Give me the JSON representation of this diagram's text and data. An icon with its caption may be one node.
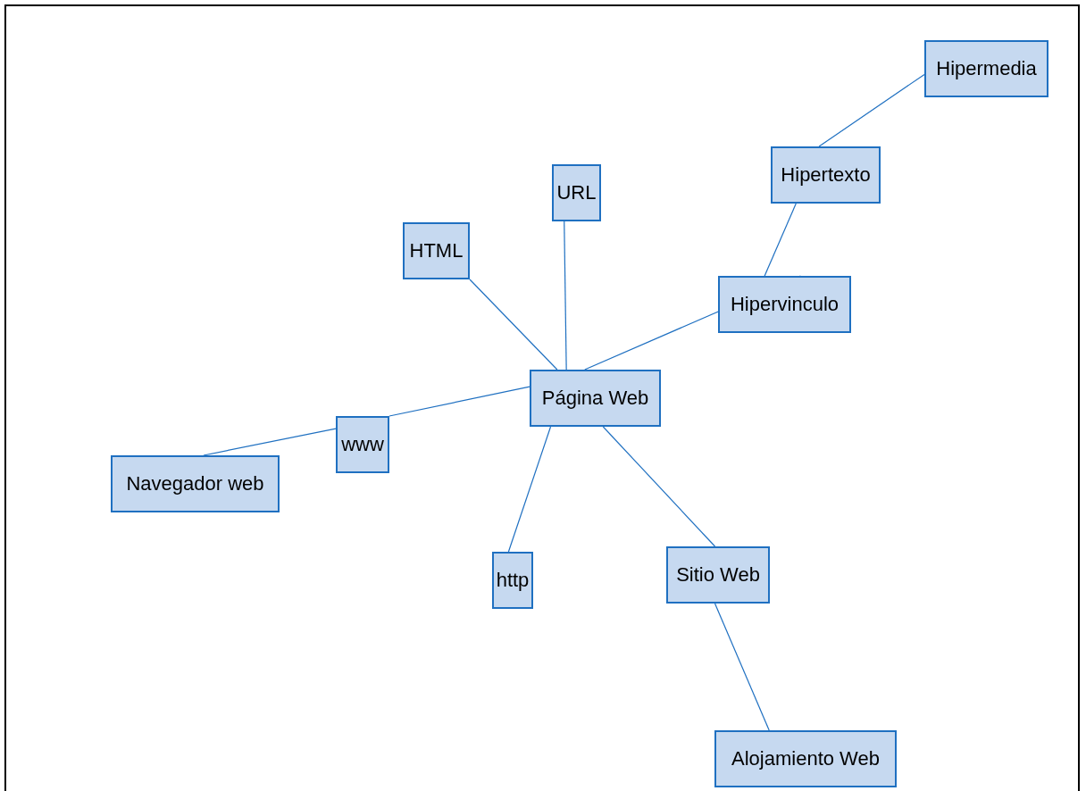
{
  "diagram": {
    "nodes": [
      {
        "text": [
          "Hipermedia"
        ]
      },
      {
        "text": [
          "Hipertexto"
        ]
      },
      {
        "text": [
          "URL"
        ]
      },
      {
        "text": [
          "HTML"
        ]
      },
      {
        "text": [
          "Hipervinculo"
        ]
      },
      {
        "text": [
          "Página Web"
        ]
      },
      {
        "text": [
          "www"
        ]
      },
      {
        "text": [
          "Navegador web"
        ]
      },
      {
        "text": [
          "http"
        ]
      },
      {
        "text": [
          "Sitio Web"
        ]
      },
      {
        "text": [
          "Alojamiento Web"
        ]
      }
    ],
    "edges": [
      {
        "from": 1,
        "to": 0,
        "arrow": "none"
      },
      {
        "from": 4,
        "to": 1,
        "arrow": "none"
      },
      {
        "from": 5,
        "to": 4,
        "arrow": "none"
      },
      {
        "from": 3,
        "to": 5,
        "arrow": "none"
      },
      {
        "from": 2,
        "to": 5,
        "arrow": "none"
      },
      {
        "from": 5,
        "to": 6,
        "arrow": "none"
      },
      {
        "from": 6,
        "to": 7,
        "arrow": "none"
      },
      {
        "from": 5,
        "to": 8,
        "arrow": "none"
      },
      {
        "from": 5,
        "to": 9,
        "arrow": "none"
      },
      {
        "from": 9,
        "to": 10,
        "arrow": "none"
      }
    ]
  }
}
